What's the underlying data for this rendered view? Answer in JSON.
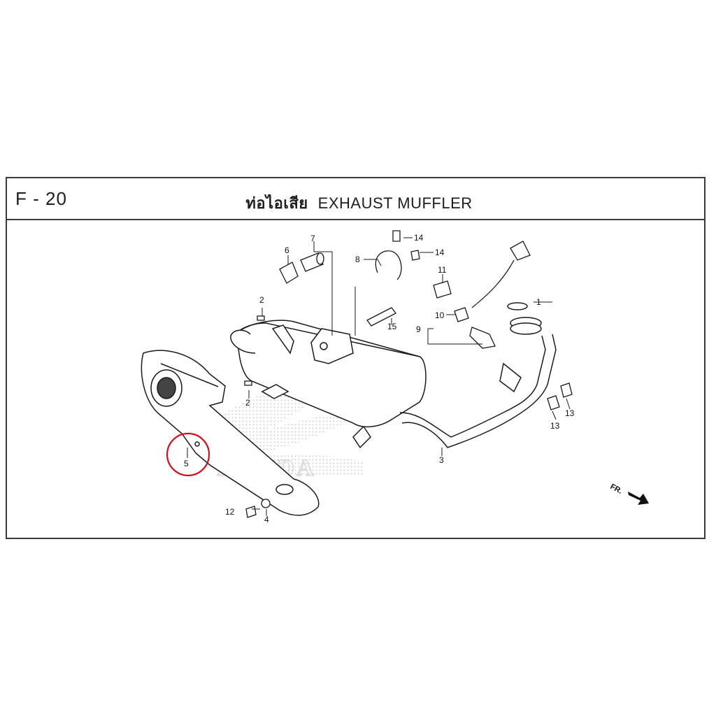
{
  "header": {
    "code": "F - 20",
    "title_thai": "ท่อไอเสีย",
    "title_en": "EXHAUST MUFFLER"
  },
  "parts": {
    "p1": "1",
    "p2a": "2",
    "p2b": "2",
    "p3": "3",
    "p4": "4",
    "p5": "5",
    "p6": "6",
    "p7": "7",
    "p8": "8",
    "p9": "9",
    "p10": "10",
    "p11": "11",
    "p12": "12",
    "p13a": "13",
    "p13b": "13",
    "p14a": "14",
    "p14b": "14",
    "p15": "15"
  },
  "front_indicator": "FR.",
  "watermark_text": "HONDA",
  "colors": {
    "border": "#3a3a3a",
    "line": "#1a1a1a",
    "highlight_circle": "#d0101a"
  }
}
